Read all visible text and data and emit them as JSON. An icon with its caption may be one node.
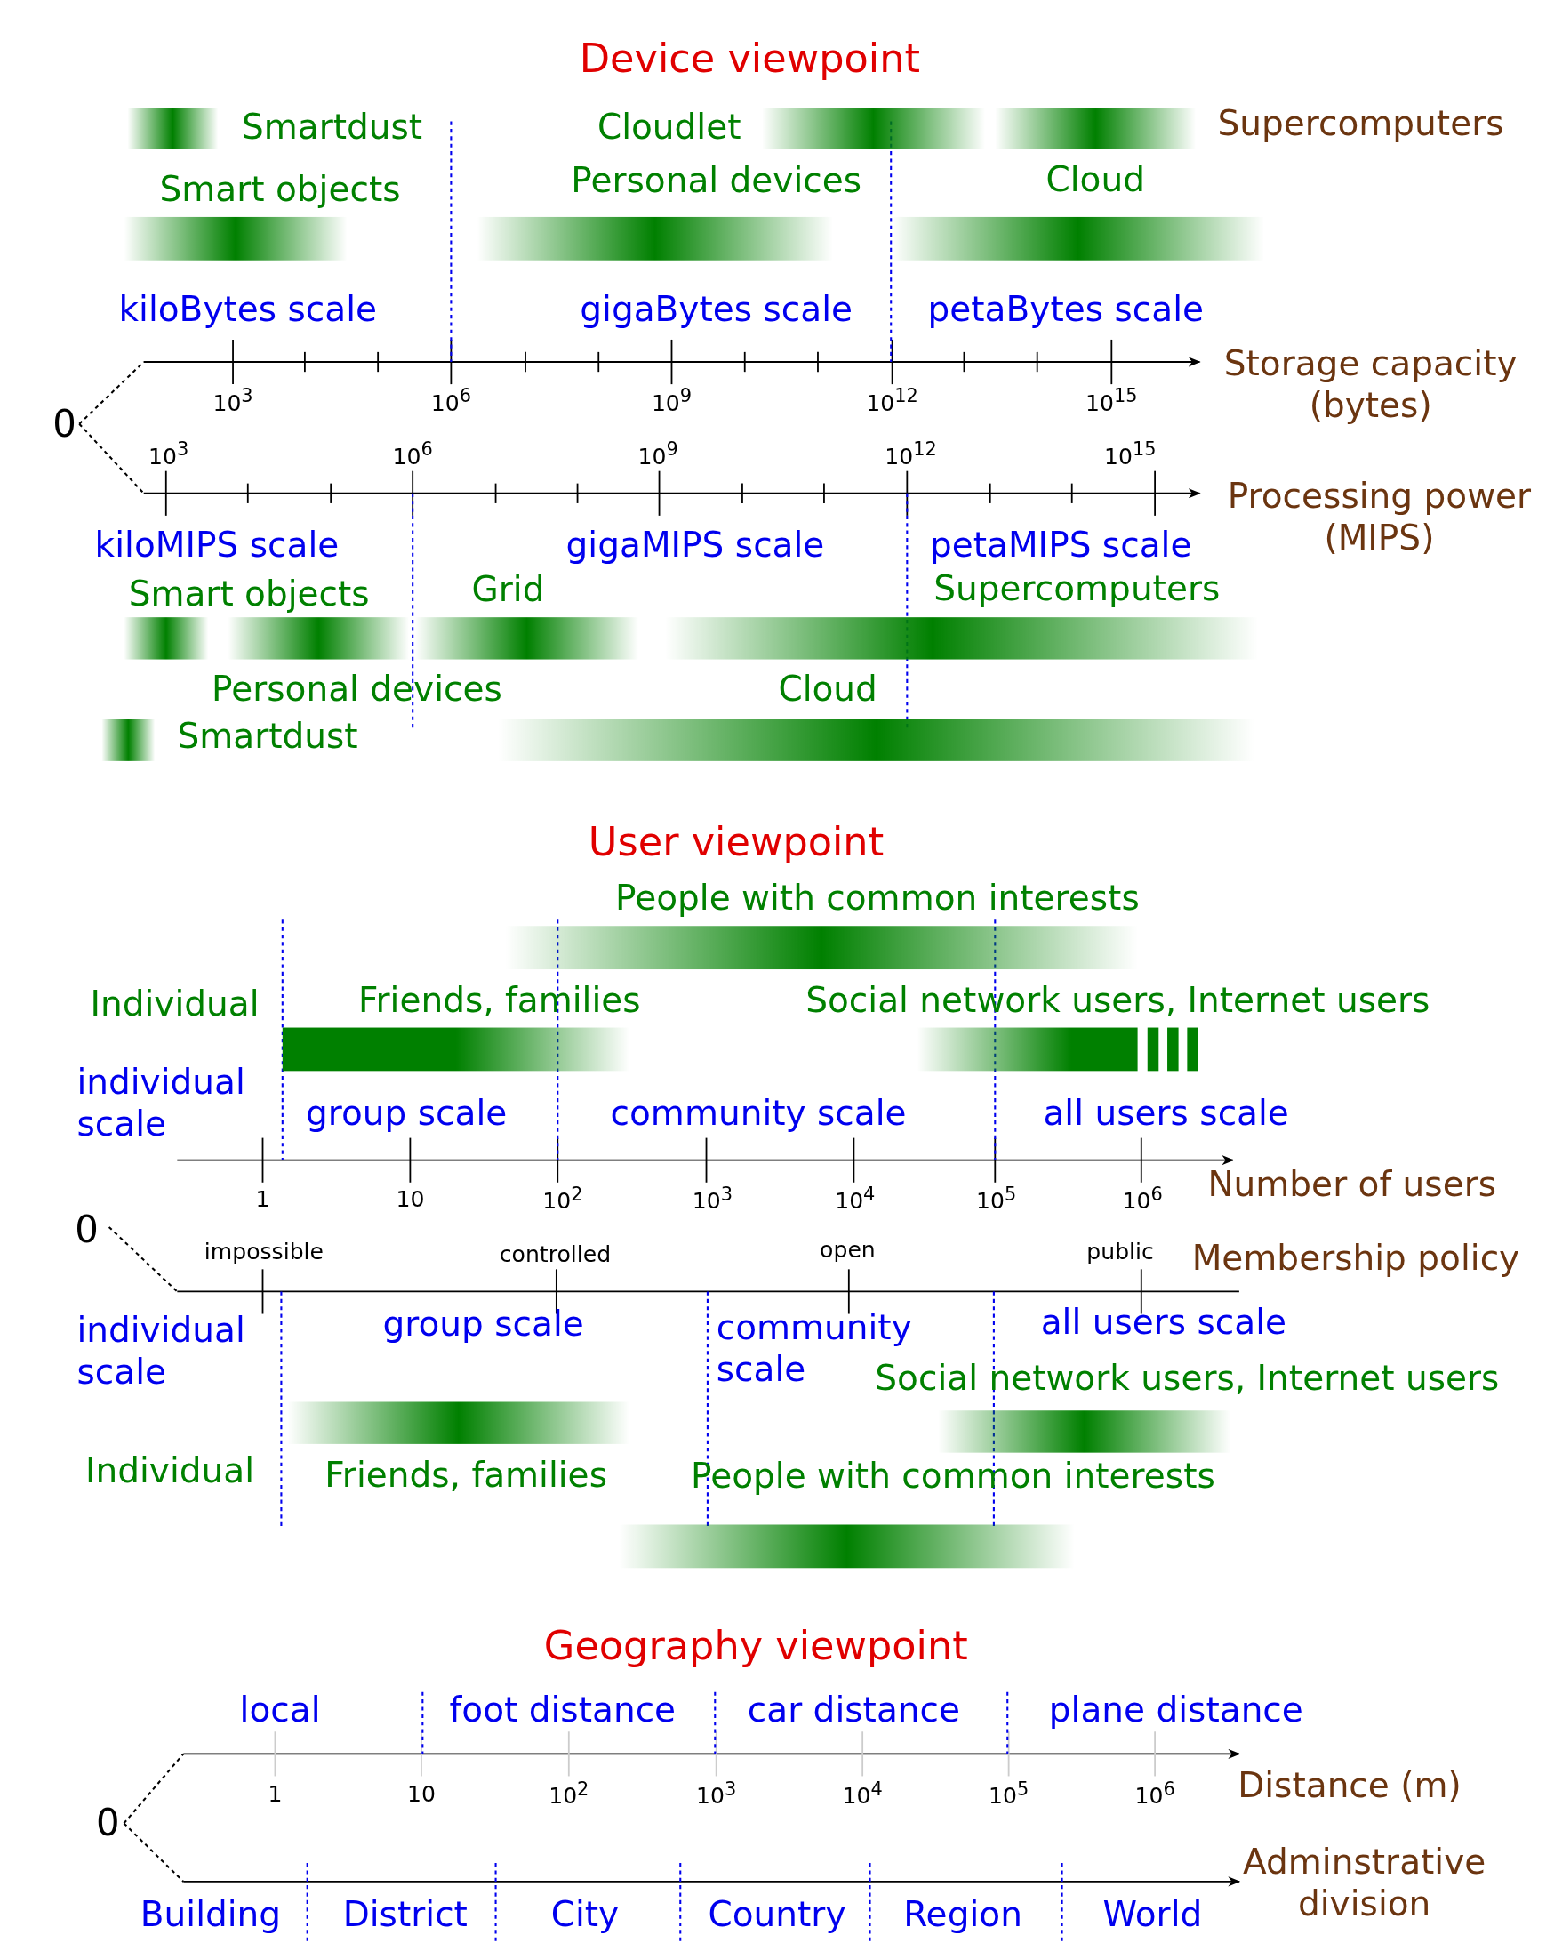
{
  "diagram": {
    "labels": [
      "Device viewpoint",
      "Smartdust",
      "Cloudlet",
      "Supercomputers",
      "Smart objects",
      "Personal devices",
      "Cloud",
      "kiloBytes scale",
      "gigaBytes scale",
      "petaBytes scale",
      "Storage capacity (bytes)",
      "10$^{3}$",
      "10$^{6}$",
      "10$^{9}$",
      "10$^{12}$",
      "10$^{15}$",
      "0",
      "10$^{3}$",
      "10$^{6}$",
      "10$^{9}$",
      "10$^{12}$",
      "10$^{15}$",
      "Processing power (MIPS)",
      "kiloMIPS scale",
      "gigaMIPS scale",
      "petaMIPS scale",
      "Smart objects",
      "Grid",
      "Supercomputers",
      "Personal devices",
      "Cloud",
      "Smartdust",
      "User viewpoint",
      "People with common interests",
      "Individual",
      "Friends, families",
      "Social network users, Internet users",
      "individual scale",
      "group scale",
      "community scale",
      "all users scale",
      "1",
      "10",
      "10$^{2}$",
      "10$^{3}$",
      "10$^{4}$",
      "10$^{5}$",
      "10$^{6}$",
      "Number of users",
      "0",
      "impossible",
      "controlled",
      "open",
      "public",
      "Membership policy",
      "individual scale",
      "group scale",
      "community scale",
      "all users scale",
      "Social network users, Internet users",
      "Individual",
      "Friends, families",
      "People with common interests",
      "Geography viewpoint",
      "local",
      "foot distance",
      "car distance",
      "plane distance",
      "1",
      "10",
      "10$^{2}$",
      "10$^{3}$",
      "10$^{4}$",
      "10$^{5}$",
      "10$^{6}$",
      "Distance (m)",
      "0",
      "Adminstrative division",
      "Building",
      "District",
      "City",
      "Country",
      "Region",
      "World"
    ]
  }
}
